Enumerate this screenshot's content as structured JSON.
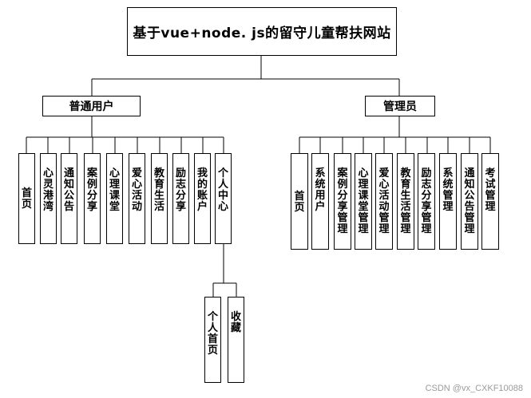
{
  "title": "基于vue+node. js的留守儿童帮扶网站",
  "user_group": {
    "label": "普通用户",
    "items": [
      "首页",
      "心灵港湾",
      "通知公告",
      "案例分享",
      "心理课堂",
      "爱心活动",
      "教育生活",
      "励志分享",
      "我的账户",
      "个人中心"
    ],
    "sub_items": [
      "个人首页",
      "收藏"
    ]
  },
  "admin_group": {
    "label": "管理员",
    "items": [
      "首页",
      "系统用户",
      "案例分享管理",
      "心理课堂管理",
      "爱心活动管理",
      "教育生活管理",
      "励志分享管理",
      "系统管理",
      "通知公告管理",
      "考试管理"
    ]
  },
  "watermark": "CSDN @vx_CXKF10088"
}
